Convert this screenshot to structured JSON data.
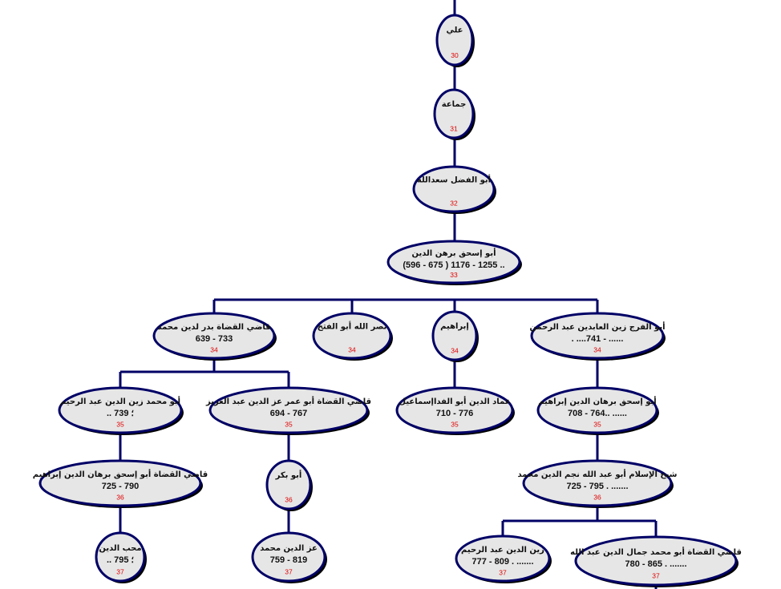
{
  "colors": {
    "line": "#000066",
    "node_fill": "#e6e6e6",
    "generation": "#e00000"
  },
  "nodes": {
    "n30": {
      "name": "علي",
      "dates": "",
      "generation": "30"
    },
    "n31": {
      "name": "جماعة",
      "dates": "",
      "generation": "31"
    },
    "n32": {
      "name": "أبو الفضل سعدالله",
      "dates": "",
      "generation": "32"
    },
    "n33": {
      "name": "أبو إسحق  برهن الدين",
      "dates": "(596 - 675 ) 1176 - 1255 ..",
      "generation": "33"
    },
    "n34a": {
      "name": "قاضي القضاة  بدر لدين محمد",
      "dates": "639 - 733",
      "generation": "34"
    },
    "n34b": {
      "name": "نصر الله أبو الفتح",
      "dates": "",
      "generation": "34"
    },
    "n34c": {
      "name": "إبراهيم",
      "dates": "",
      "generation": "34"
    },
    "n34d": {
      "name": "أبو الفرج زين العابدين عبد الرحمن",
      "dates": ". ....741 - ......",
      "generation": "34"
    },
    "n35a": {
      "name": "أبو محمد زين الدين عبد الرحيم",
      "dates": ".. ؛ 739",
      "generation": "35"
    },
    "n35b": {
      "name": "قاضي القضاة أبو عمر عز الدين عبد العزيز",
      "dates": "694 - 767",
      "generation": "35"
    },
    "n35c": {
      "name": "عماد الدين أبو الفداإسماعيل",
      "dates": "710 - 776",
      "generation": "35"
    },
    "n35d": {
      "name": "أبو إسحق برهان الدين إبراهيم",
      "dates": "708 - 764.. ......",
      "generation": "35"
    },
    "n36a": {
      "name": "قاضي القضاة أبو إسحق برهان الدين إبراهيم",
      "dates": "725 - 790",
      "generation": "36"
    },
    "n36b": {
      "name": "أبو بكر",
      "dates": "",
      "generation": "36"
    },
    "n36d": {
      "name": "شيخ الإسلام أبو عبد الله نجم الدين محمد",
      "dates": "725 - 795 . .......",
      "generation": "36"
    },
    "n37a": {
      "name": "محب الدين",
      "dates": ".. ؛ 795",
      "generation": "37"
    },
    "n37b": {
      "name": "عز الدين محمد",
      "dates": "759 - 819",
      "generation": "37"
    },
    "n37c": {
      "name": "زين الدين عبد الرحيم",
      "dates": "777 - 809 . .......",
      "generation": "37"
    },
    "n37d": {
      "name": "قاضي القضاة أبو محمد جمال الدين عبد الله",
      "dates": "780 - 865 . .......",
      "generation": "37"
    }
  }
}
